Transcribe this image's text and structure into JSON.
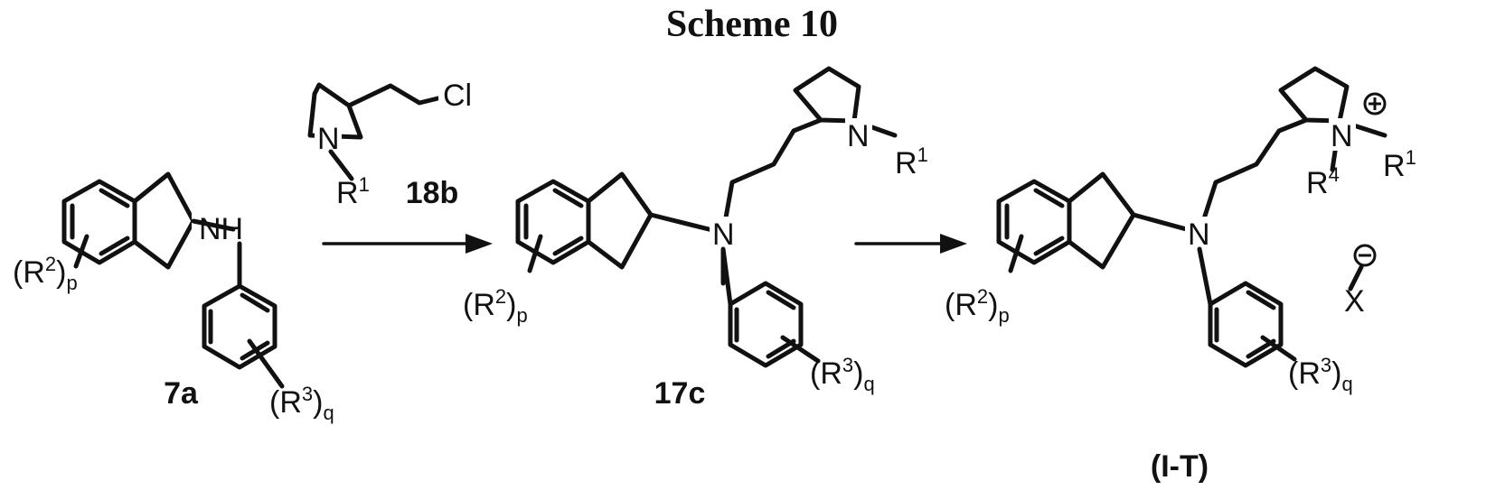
{
  "scheme_title": "Scheme 10",
  "compounds": {
    "c7a": {
      "label": "7a",
      "nh": "NH",
      "r2": "R",
      "r2_sup": "2",
      "r2_sub": "p",
      "r3": "R",
      "r3_sup": "3",
      "r3_sub": "q"
    },
    "c18b": {
      "label": "18b",
      "n": "N",
      "cl": "Cl",
      "r1": "R",
      "r1_sup": "1"
    },
    "c17c": {
      "label": "17c",
      "n_amine": "N",
      "n_ring": "N",
      "r1": "R",
      "r1_sup": "1",
      "r2": "R",
      "r2_sup": "2",
      "r2_sub": "p",
      "r3": "R",
      "r3_sup": "3",
      "r3_sub": "q"
    },
    "cIT": {
      "label": "(I-T)",
      "n_amine": "N",
      "n_ring": "N",
      "r1": "R",
      "r1_sup": "1",
      "r4": "R",
      "r4_sup": "4",
      "x": "X",
      "r2": "R",
      "r2_sup": "2",
      "r2_sub": "p",
      "r3": "R",
      "r3_sup": "3",
      "r3_sub": "q"
    }
  }
}
